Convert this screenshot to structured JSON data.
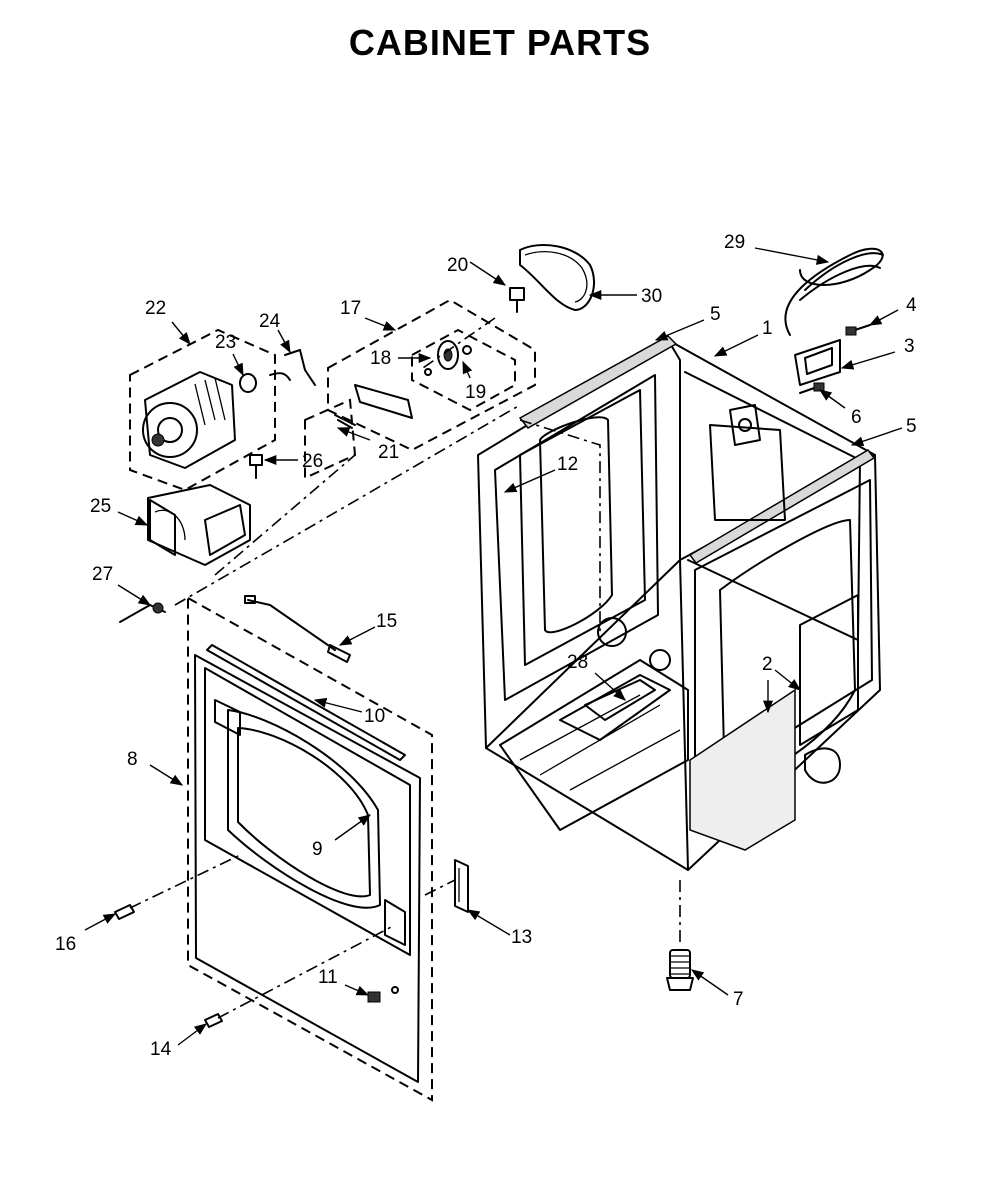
{
  "title": "CABINET PARTS",
  "callouts": {
    "c1": "1",
    "c2": "2",
    "c3": "3",
    "c4": "4",
    "c5a": "5",
    "c5b": "5",
    "c6": "6",
    "c7": "7",
    "c8": "8",
    "c9": "9",
    "c10": "10",
    "c11": "11",
    "c12": "12",
    "c13": "13",
    "c14": "14",
    "c15": "15",
    "c16": "16",
    "c17": "17",
    "c18": "18",
    "c19": "19",
    "c20": "20",
    "c21": "21",
    "c22": "22",
    "c23": "23",
    "c24": "24",
    "c25": "25",
    "c26": "26",
    "c27": "27",
    "c28": "28",
    "c29": "29",
    "c30": "30"
  }
}
